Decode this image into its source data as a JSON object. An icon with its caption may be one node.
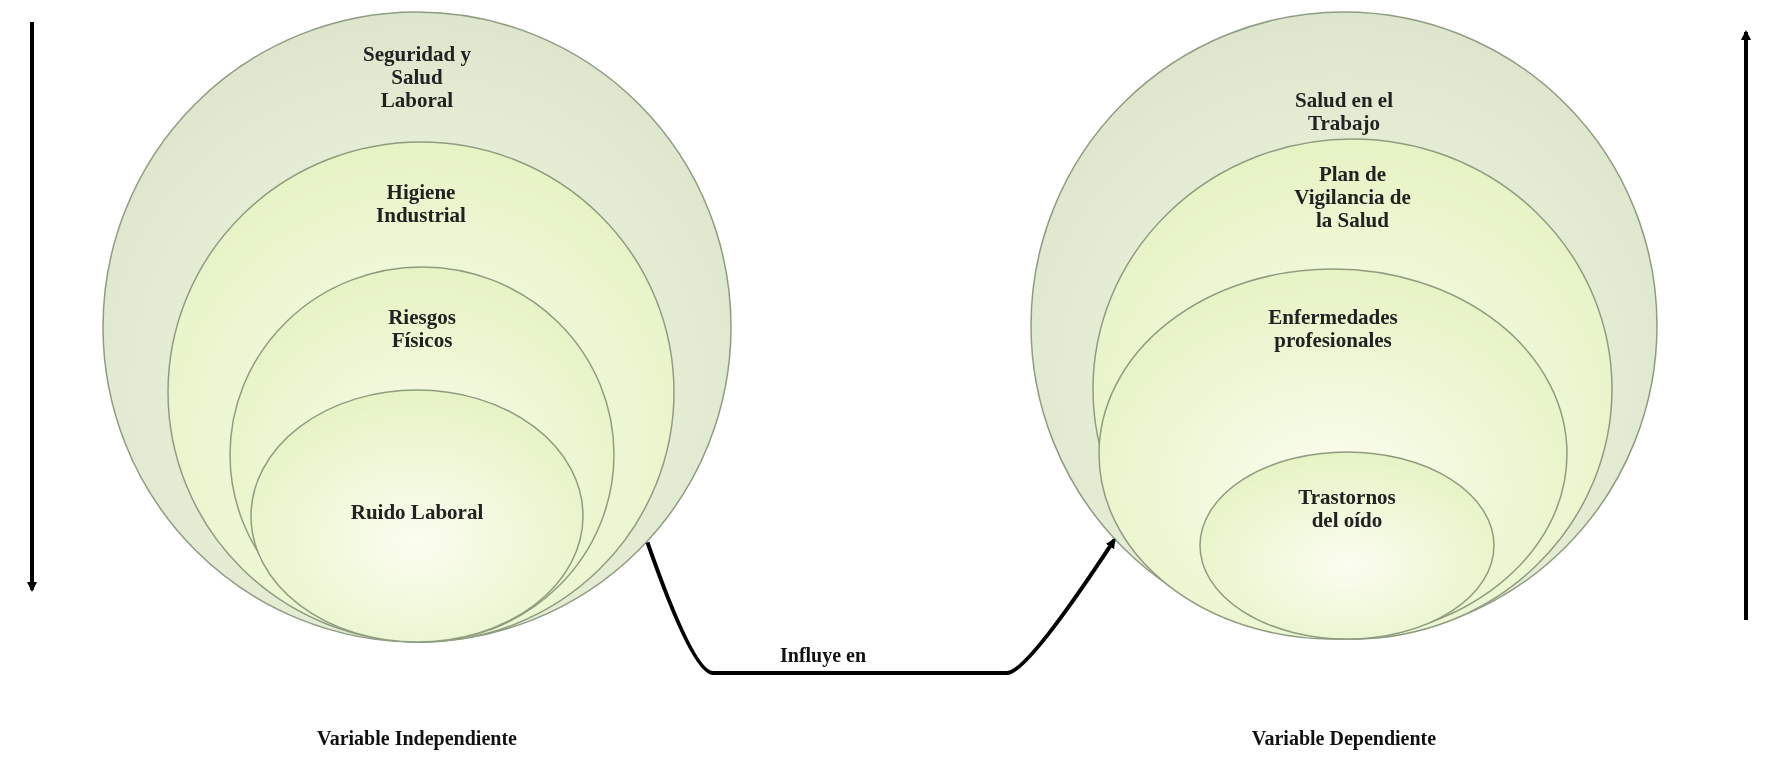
{
  "diagram": {
    "nodes": [
      {
        "text": [
          "Seguridad y Salud Laboral"
        ]
      },
      {
        "text": [
          "Higiene Industrial"
        ],
        "in": 0
      },
      {
        "text": [
          "Riesgos Físicos"
        ],
        "in": 1
      },
      {
        "text": [
          "Ruido Laboral"
        ],
        "in": 2
      },
      {
        "text": [
          "Salud en el Trabajo"
        ]
      },
      {
        "text": [
          "Plan de Vigilancia de la Salud"
        ],
        "in": 4
      },
      {
        "text": [
          "Enfermedades profesionales"
        ],
        "in": 5
      },
      {
        "text": [
          "Trastornos del oído"
        ],
        "in": 6
      }
    ],
    "edges": [
      {
        "from": 0,
        "to": 4,
        "arrow": "to",
        "label": "Influye en"
      }
    ],
    "labels": [
      "Variable Independiente",
      "Variable Dependiente"
    ]
  }
}
